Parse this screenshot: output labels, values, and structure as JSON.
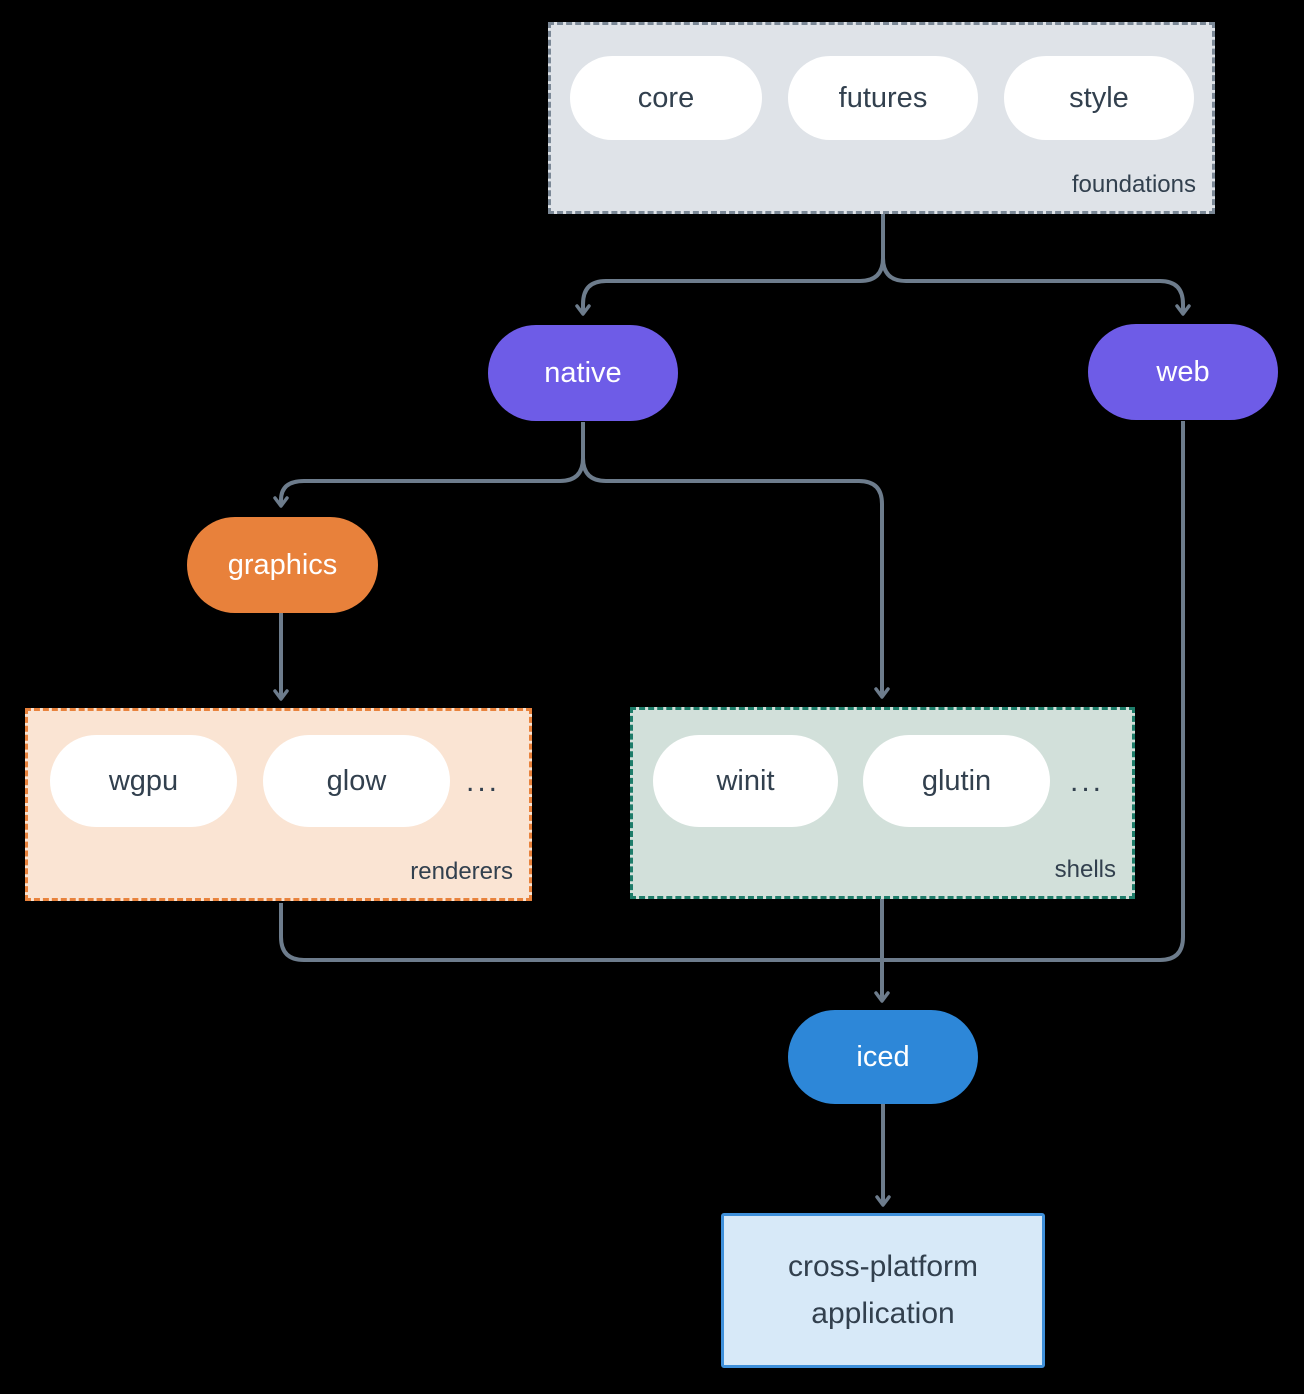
{
  "diagram": {
    "foundations": {
      "label": "foundations",
      "items": [
        "core",
        "futures",
        "style"
      ]
    },
    "native": "native",
    "web": "web",
    "graphics": "graphics",
    "renderers": {
      "label": "renderers",
      "items": [
        "wgpu",
        "glow"
      ],
      "ellipsis": "..."
    },
    "shells": {
      "label": "shells",
      "items": [
        "winit",
        "glutin"
      ],
      "ellipsis": "..."
    },
    "iced": "iced",
    "application": {
      "line1": "cross-platform",
      "line2": "application"
    }
  },
  "colors": {
    "background": "#000000",
    "connector": "#6d7c8c",
    "text_dark": "#32404e",
    "pill_white": "#ffffff",
    "pill_purple": "#6e5ce7",
    "pill_orange": "#e8813b",
    "pill_blue": "#2d87d8",
    "foundations_fill": "#dfe3e8",
    "foundations_border": "#7b8896",
    "renderers_fill": "#fae4d3",
    "renderers_border": "#e8823c",
    "shells_fill": "#d2e0da",
    "shells_border": "#1e7d6a",
    "application_fill": "#d7e9f8",
    "application_border": "#3f90da"
  }
}
